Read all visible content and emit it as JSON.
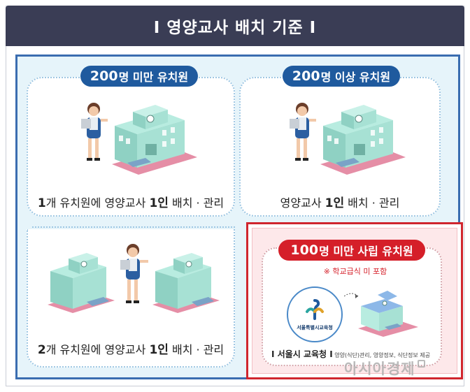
{
  "title": "I 영양교사 배치 기준 I",
  "sections": {
    "under200": {
      "pill_num": "200",
      "pill_text": "명 미만 유치원",
      "caption_1": "1",
      "caption_2": "개 유치원에 영양교사 ",
      "caption_3": "1인",
      "caption_4": " 배치 · 관리"
    },
    "over200": {
      "pill_num": "200",
      "pill_text": "명 이상 유치원",
      "caption_1": "영양교사 ",
      "caption_2": "1인",
      "caption_3": " 배치 · 관리"
    },
    "two_kinder": {
      "caption_1": "2",
      "caption_2": "개 유치원에 영양교사 ",
      "caption_3": "1인",
      "caption_4": " 배치 · 관리"
    },
    "private100": {
      "pill_num": "100",
      "pill_text": "명 미만 사립 유치원",
      "note": "※ 학교급식 미 포함",
      "seal_text": "서울특별시교육청",
      "footer_strong": "I 서울시 교육청 I",
      "footer_small": " 영양(식단)관리, 영양정보, 식단정보 제공"
    }
  },
  "watermark": "아시아경제"
}
